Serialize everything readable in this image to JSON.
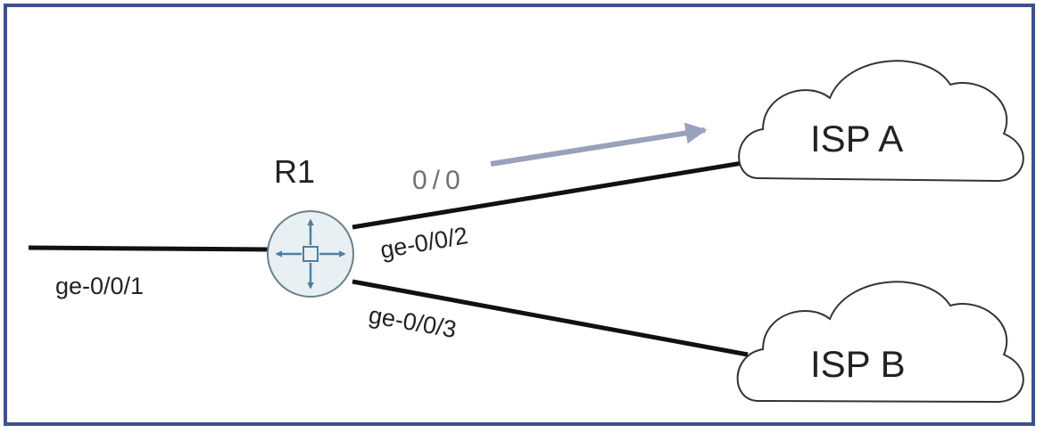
{
  "diagram": {
    "router": {
      "name": "R1",
      "icon": "router-icon"
    },
    "interfaces": {
      "left": "ge-0/0/1",
      "isp_a_link": "ge-0/0/2",
      "isp_b_link": "ge-0/0/3"
    },
    "route_label": "0/0",
    "clouds": {
      "a": "ISP A",
      "b": "ISP B"
    },
    "colors": {
      "frame": "#3f4f8f",
      "router_fill": "#e9f0f3",
      "router_stroke": "#6a7f8c",
      "router_arrows": "#4f7fa3",
      "route_arrow": "#9aa1bd",
      "route_label": "#707070",
      "link": "#111111",
      "cloud_stroke": "#333333"
    }
  }
}
